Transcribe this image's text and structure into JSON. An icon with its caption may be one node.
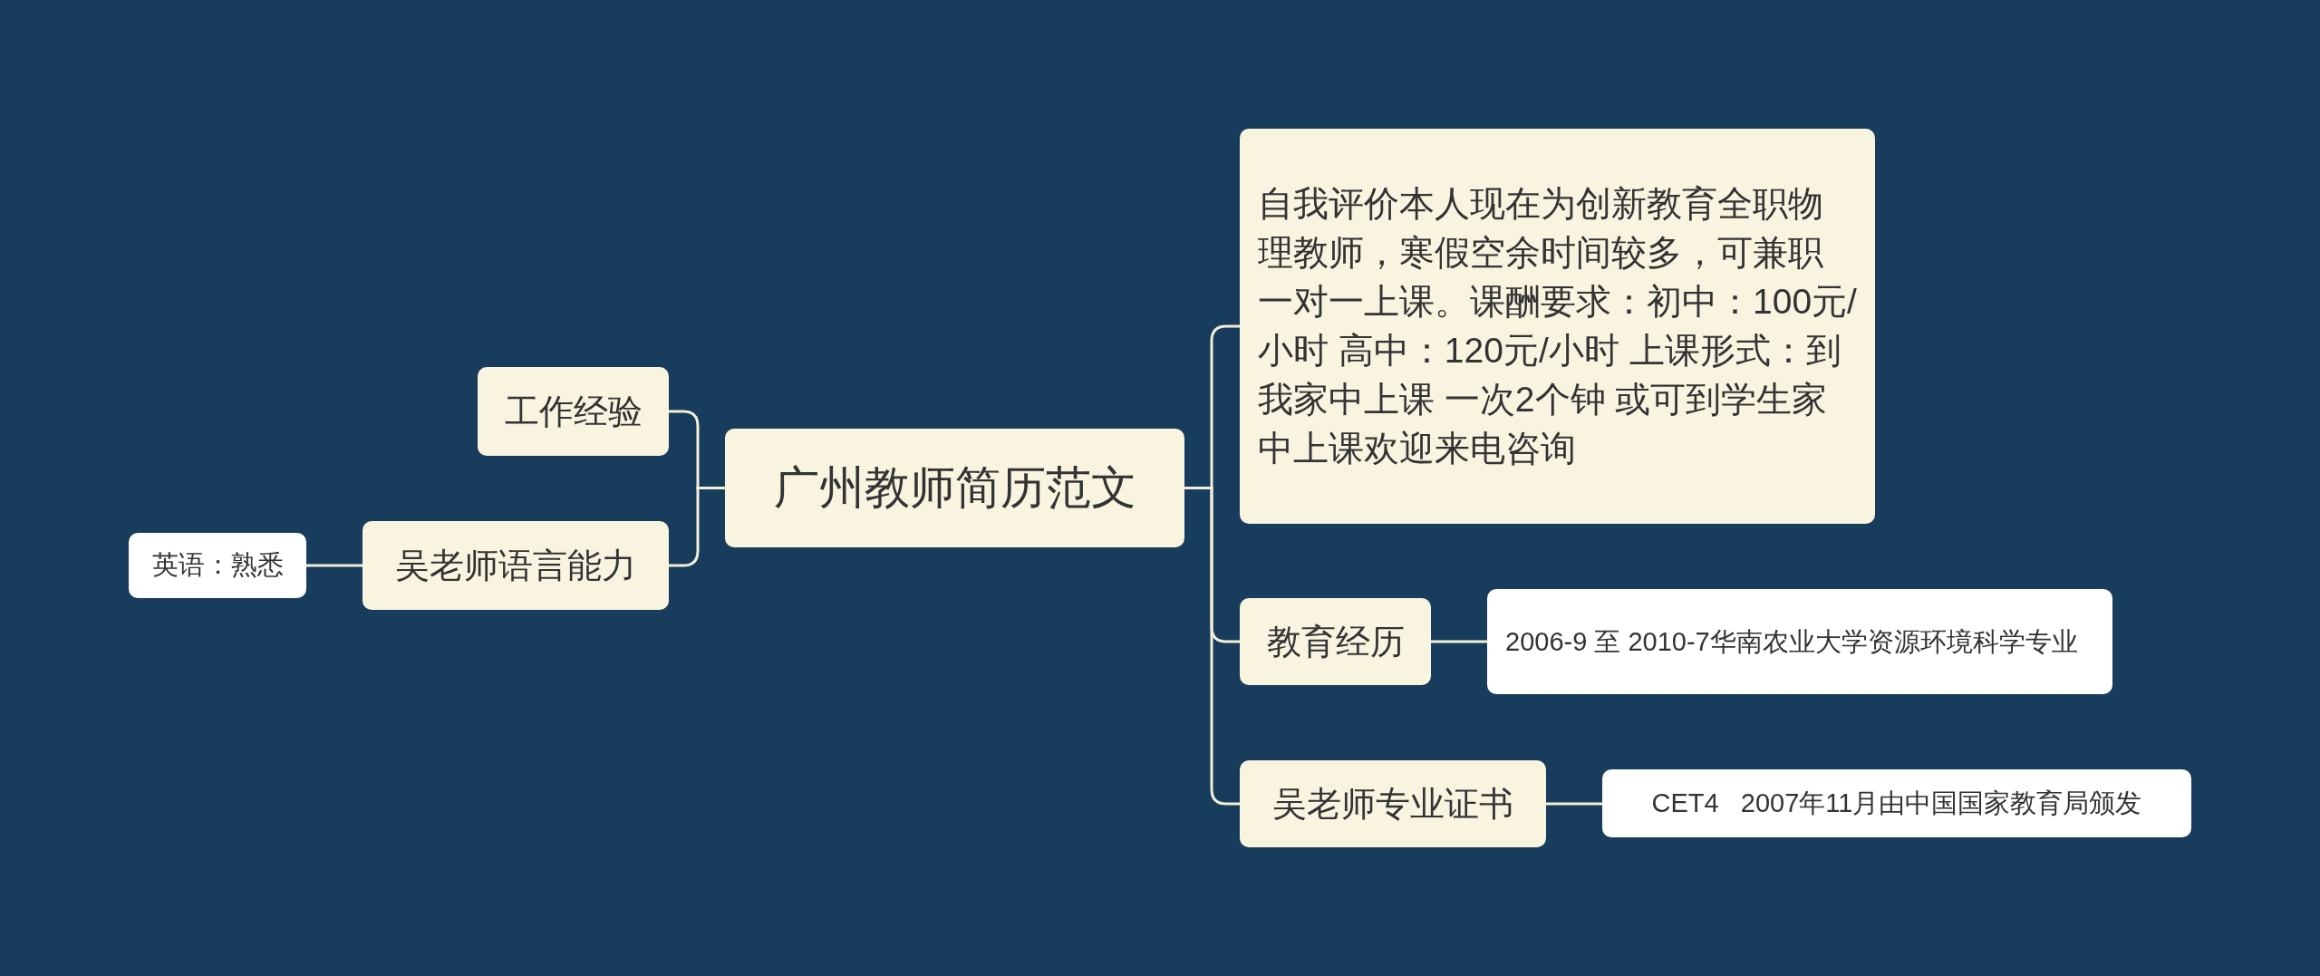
{
  "diagram": {
    "nodes": [
      {
        "text": [
          "广州教师简历范文"
        ]
      },
      {
        "text": [
          "工作经验"
        ]
      },
      {
        "text": [
          "吴老师语言能力"
        ]
      },
      {
        "text": [
          "英语：熟悉"
        ]
      },
      {
        "text": [
          "自我评价本人现在为创新教育全职物理教师，寒假空余时间较多，可兼职一对一上课。课酬要求：初中：100元/小时 高中：120元/小时 上课形式：到我家中上课 一次2个钟 或可到学生家中上课欢迎来电咨询"
        ]
      },
      {
        "text": [
          "教育经历"
        ]
      },
      {
        "text": [
          "2006-9 至 2010-7华南农业大学资源环境科学专业"
        ]
      },
      {
        "text": [
          "吴老师专业证书"
        ]
      },
      {
        "text": [
          "CET4   2007年11月由中国国家教育局颁发"
        ]
      }
    ],
    "edges": [
      {
        "from": 0,
        "to": 1,
        "arrow": "none"
      },
      {
        "from": 0,
        "to": 2,
        "arrow": "none"
      },
      {
        "from": 2,
        "to": 3,
        "arrow": "none"
      },
      {
        "from": 0,
        "to": 4,
        "arrow": "none"
      },
      {
        "from": 0,
        "to": 5,
        "arrow": "none"
      },
      {
        "from": 0,
        "to": 7,
        "arrow": "none"
      },
      {
        "from": 5,
        "to": 6,
        "arrow": "none"
      },
      {
        "from": 7,
        "to": 8,
        "arrow": "none"
      }
    ]
  }
}
